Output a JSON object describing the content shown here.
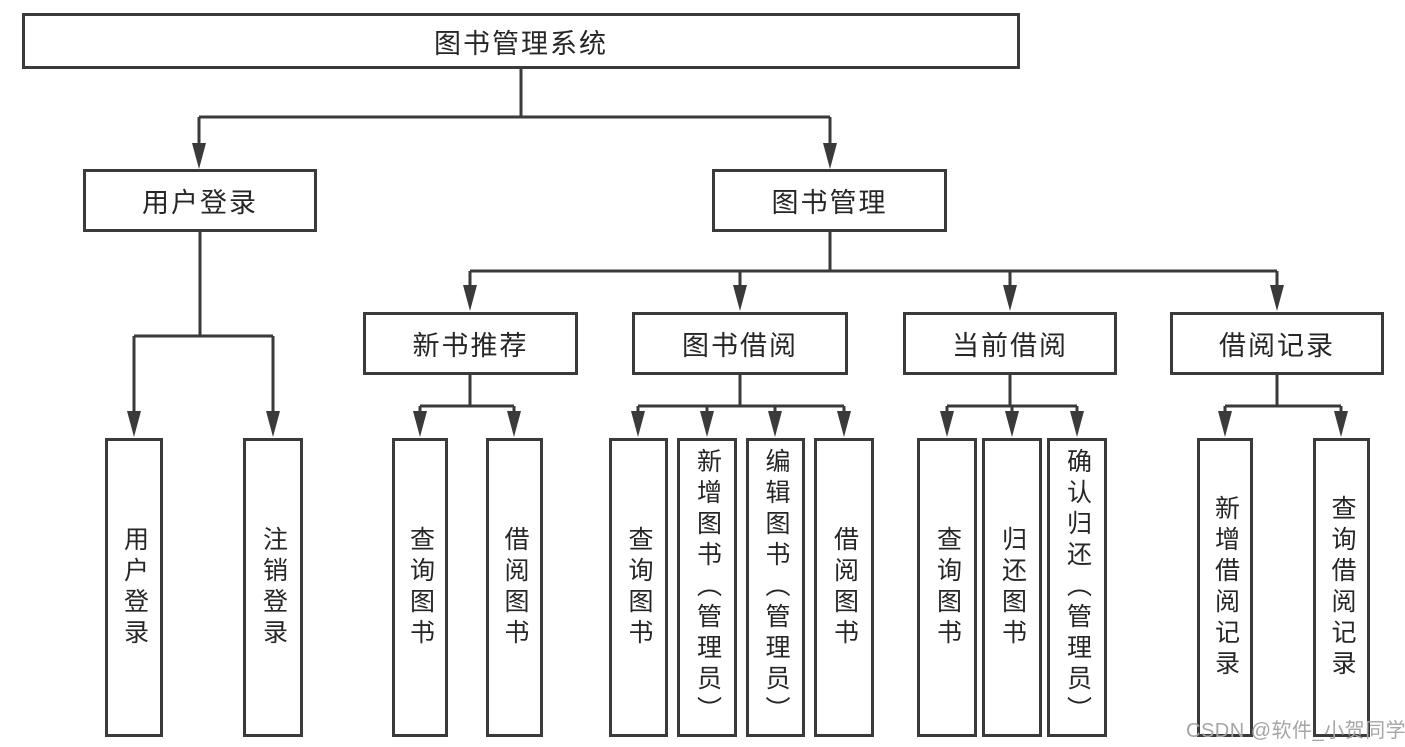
{
  "diagram": {
    "type": "hierarchy-tree",
    "tree": {
      "root": {
        "label": "图书管理系统",
        "children": [
          {
            "label": "用户登录",
            "children": [
              {
                "label": "用户登录"
              },
              {
                "label": "注销登录"
              }
            ]
          },
          {
            "label": "图书管理",
            "children": [
              {
                "label": "新书推荐",
                "children": [
                  {
                    "label": "查询图书"
                  },
                  {
                    "label": "借阅图书"
                  }
                ]
              },
              {
                "label": "图书借阅",
                "children": [
                  {
                    "label": "查询图书"
                  },
                  {
                    "label": "新增图书（管理员）"
                  },
                  {
                    "label": "编辑图书（管理员）"
                  },
                  {
                    "label": "借阅图书"
                  }
                ]
              },
              {
                "label": "当前借阅",
                "children": [
                  {
                    "label": "查询图书"
                  },
                  {
                    "label": "归还图书"
                  },
                  {
                    "label": "确认归还（管理员）"
                  }
                ]
              },
              {
                "label": "借阅记录",
                "children": [
                  {
                    "label": "新增借阅记录"
                  },
                  {
                    "label": "查询借阅记录"
                  }
                ]
              }
            ]
          }
        ]
      }
    },
    "colors": {
      "line": "#3a3a3a",
      "text": "#262626",
      "background": "#ffffff",
      "watermark": "#a6a6a6"
    }
  },
  "watermark": {
    "text": "CSDN @软件_小贺同学"
  }
}
